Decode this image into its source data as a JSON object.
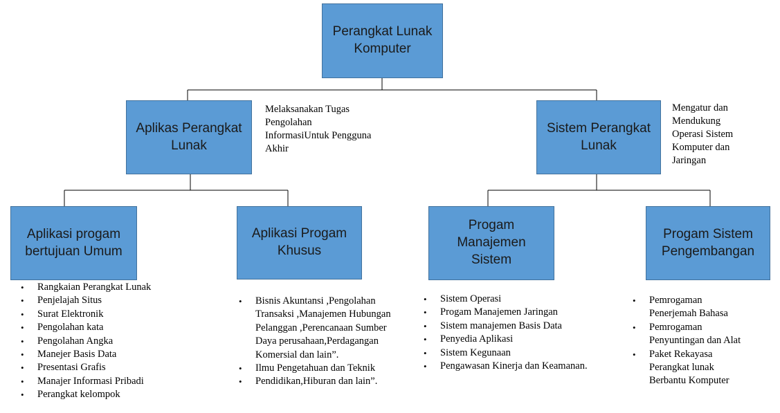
{
  "root": {
    "label": "Perangkat Lunak Komputer"
  },
  "branches": [
    {
      "label": "Aplikas Perangkat Lunak",
      "note": "Melaksanakan Tugas Pengolahan InformasiUntuk Pengguna Akhir",
      "children": [
        {
          "label": "Aplikasi progam bertujuan Umum",
          "items": [
            "Rangkaian Perangkat Lunak",
            "Penjelajah Situs",
            "Surat Elektronik",
            "Pengolahan kata",
            "Pengolahan Angka",
            "Manejer Basis Data",
            "Presentasi Grafis",
            "Manajer Informasi Pribadi",
            "Perangkat kelompok"
          ]
        },
        {
          "label": "Aplikasi Progam Khusus",
          "items": [
            "Bisnis Akuntansi ,Pengolahan Transaksi ,Manajemen Hubungan Pelanggan ,Perencanaan  Sumber Daya perusahaan,Perdagangan Komersial dan lain”.",
            "Ilmu Pengetahuan dan Teknik",
            "Pendidikan,Hiburan dan lain”."
          ]
        }
      ]
    },
    {
      "label": "Sistem Perangkat Lunak",
      "note": "Mengatur dan Mendukung Operasi Sistem Komputer dan Jaringan",
      "children": [
        {
          "label": "Progam Manajemen Sistem",
          "items": [
            "Sistem Operasi",
            "Progam Manajemen Jaringan",
            "Sistem manajemen Basis Data",
            "Penyedia Aplikasi",
            "Sistem Kegunaan",
            "Pengawasan Kinerja dan Keamanan."
          ]
        },
        {
          "label": "Progam Sistem Pengembangan",
          "items": [
            "Pemrogaman Penerjemah Bahasa",
            "Pemrogaman Penyuntingan dan Alat",
            "Paket Rekayasa Perangkat lunak Berbantu Komputer"
          ]
        }
      ]
    }
  ],
  "colors": {
    "box_fill": "#5b9bd5",
    "box_border": "#41719c",
    "connector": "#000000"
  }
}
